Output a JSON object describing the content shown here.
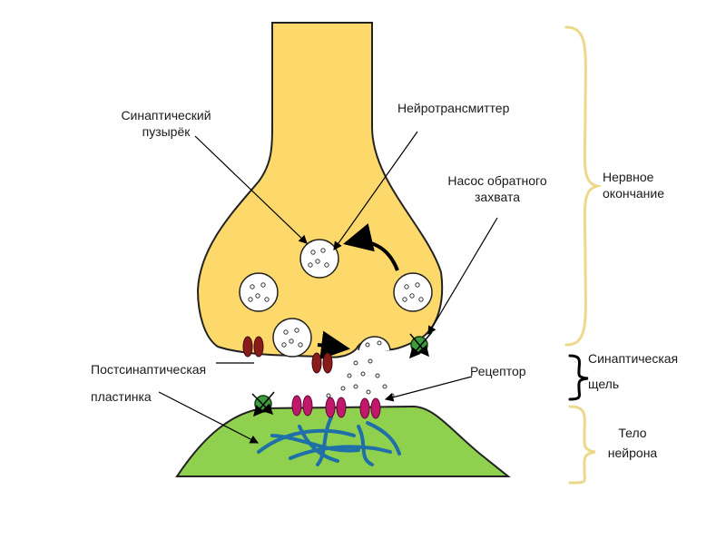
{
  "labels": {
    "vesicle_line1": "Синаптический",
    "vesicle_line2": "пузырёк",
    "neurotransmitter": "Нейротрансмиттер",
    "reuptake_line1": "Насос обратного",
    "reuptake_line2": "захвата",
    "postsynaptic_line1": "Постсинаптическая",
    "postsynaptic_line2": "пластинка",
    "receptor": "Рецептор"
  },
  "regions": {
    "nerve_ending_line1": "Нервное",
    "nerve_ending_line2": "окончание",
    "cleft_line1": "Синаптическая",
    "cleft_line2": "щель",
    "neuron_body_line1": "Тело",
    "neuron_body_line2": "нейрона"
  },
  "colors": {
    "terminal_fill": "#fcd96a",
    "neuron_fill": "#8fd14f",
    "bracket": "#ecd98c",
    "channel": "#8b1a1a",
    "receptor": "#c2186b",
    "pump": "#3d9c3d",
    "filament": "#1f6fa8"
  }
}
